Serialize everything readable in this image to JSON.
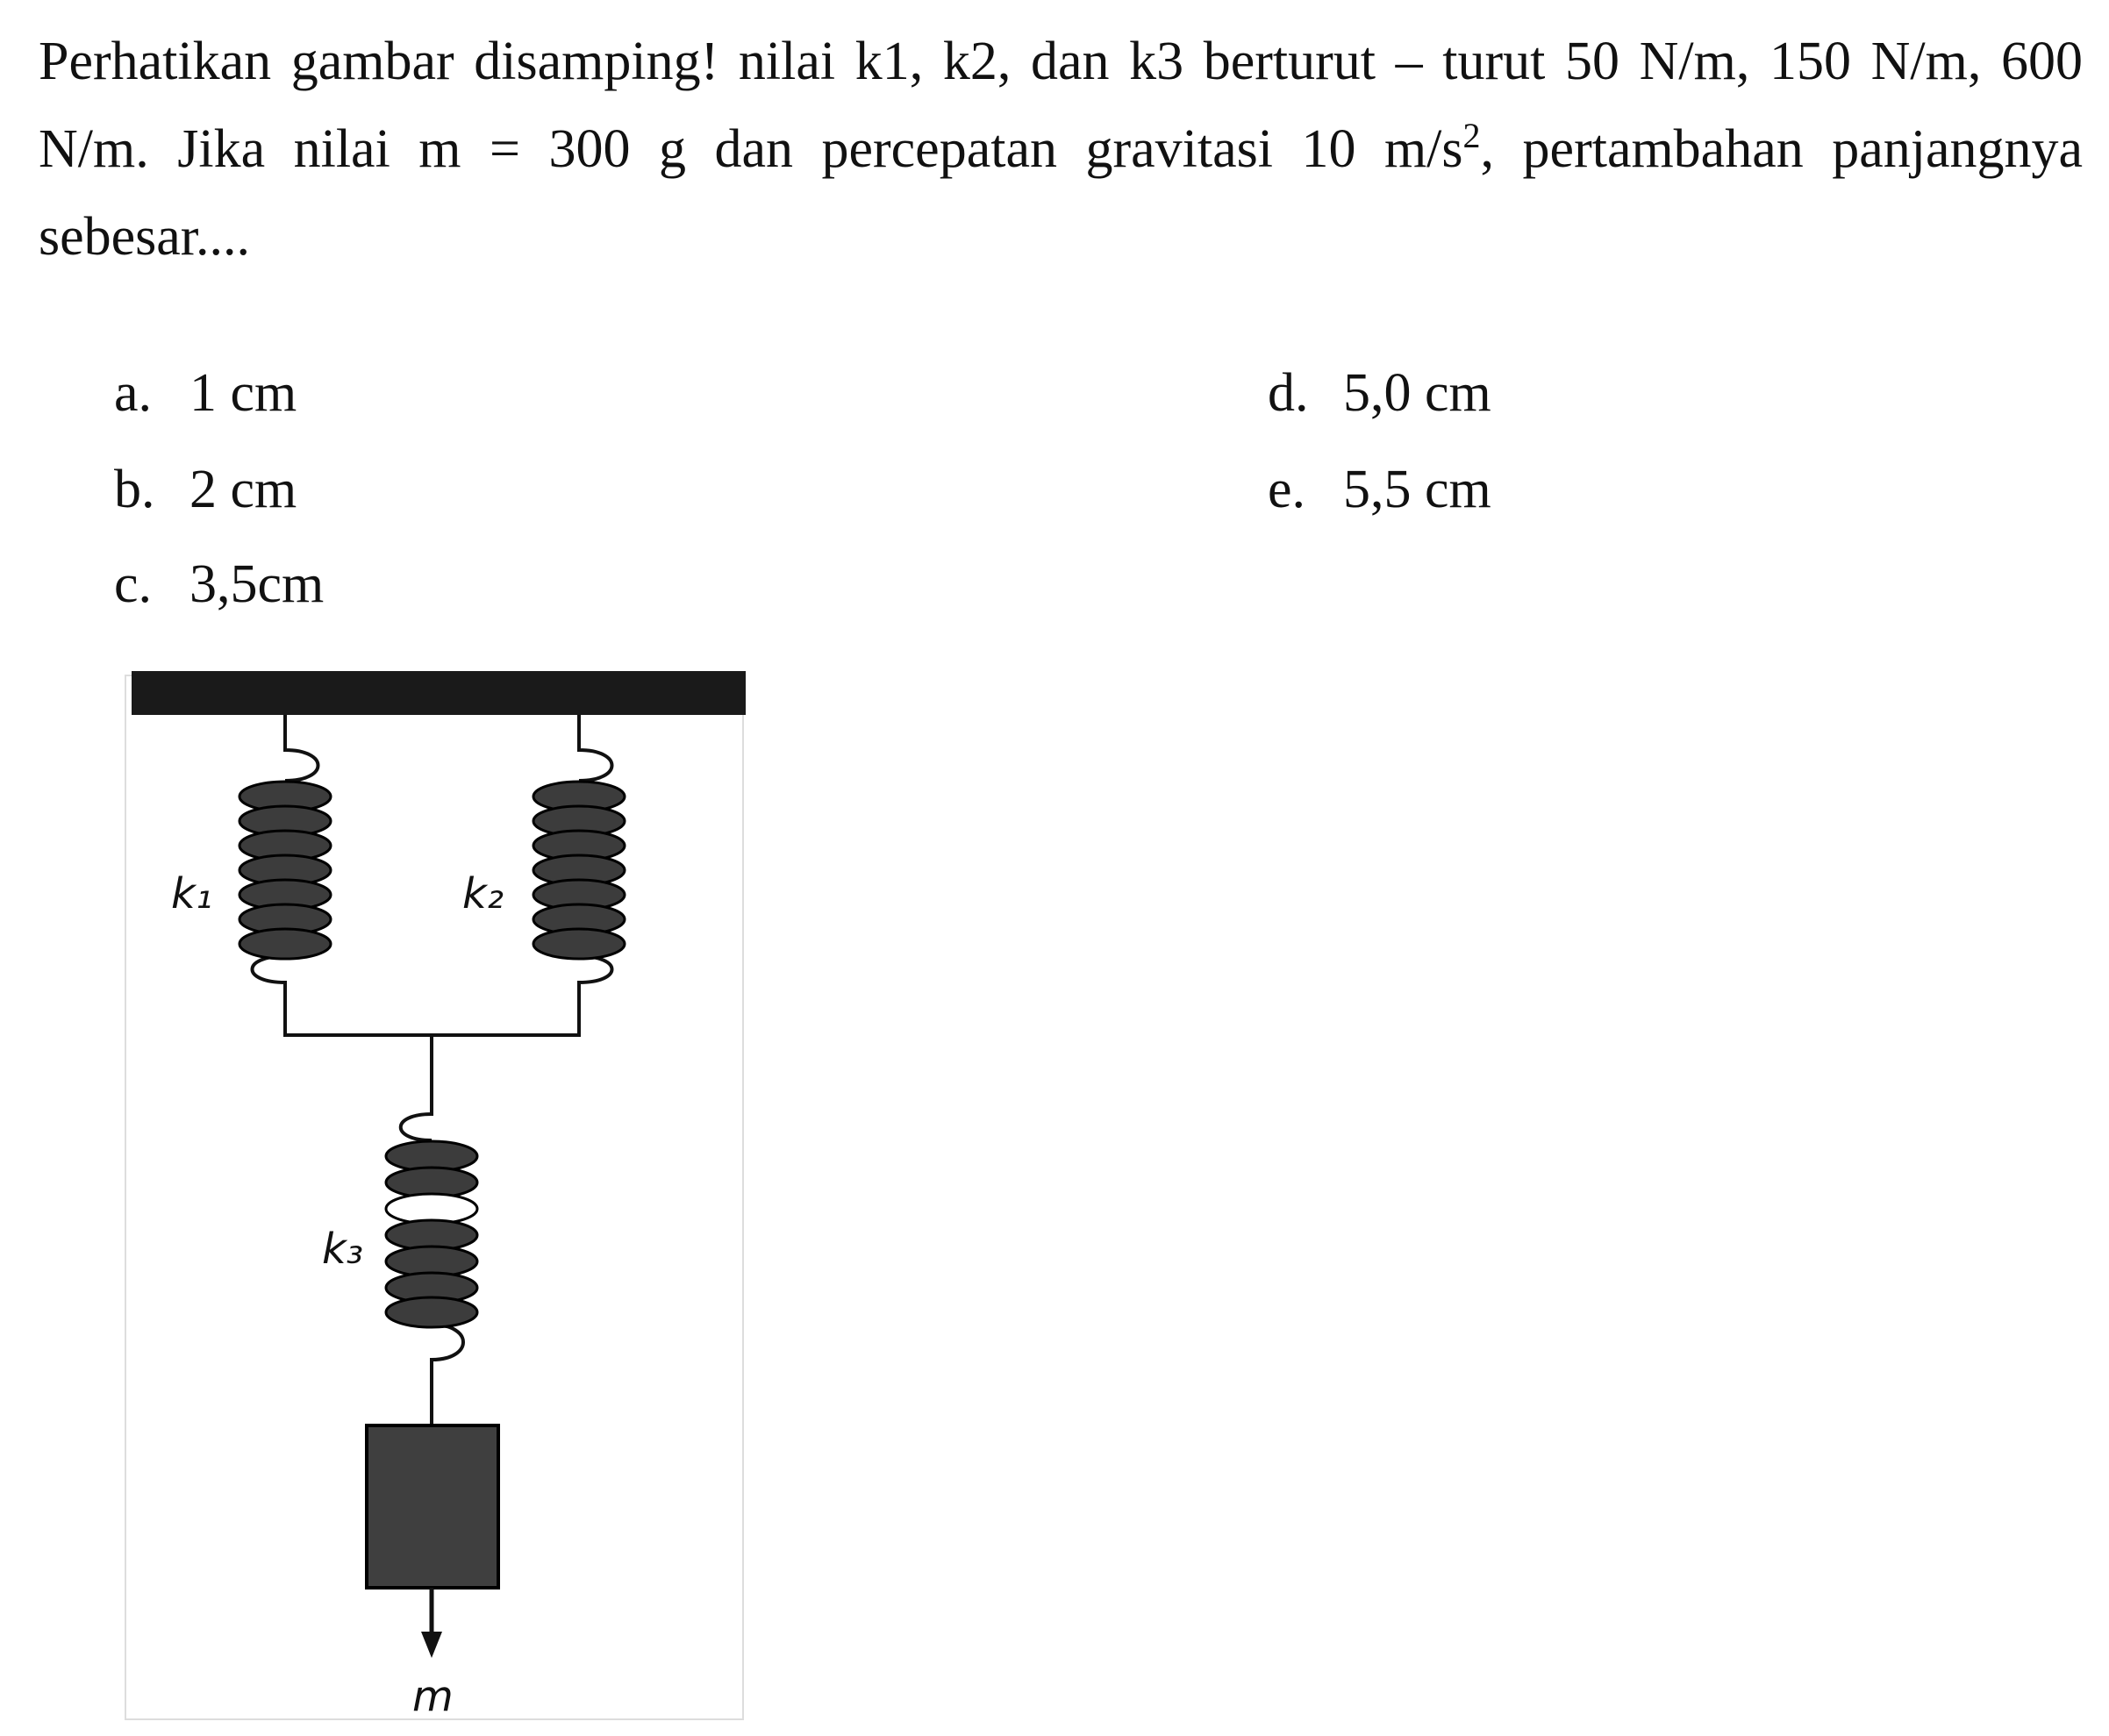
{
  "question": {
    "line1": "Perhatikan gambar disamping! nilai k1, k2, dan k3 berturut – turut 50 N/m, 150 N/m, 600 N/m. Jika nilai m = 300 g dan percepatan gravitasi 10 m/s",
    "exponent": "2",
    "line2": ", pertambahan panjangnya sebesar...."
  },
  "options": [
    {
      "letter": "a.",
      "text": "1 cm"
    },
    {
      "letter": "b.",
      "text": "2 cm"
    },
    {
      "letter": "c.",
      "text": "3,5cm"
    },
    {
      "letter": "d.",
      "text": "5,0 cm"
    },
    {
      "letter": "e.",
      "text": "5,5 cm"
    }
  ],
  "figure": {
    "k1_label": "k₁",
    "k2_label": "k₂",
    "k3_label": "k₃",
    "mass_label": "m"
  }
}
